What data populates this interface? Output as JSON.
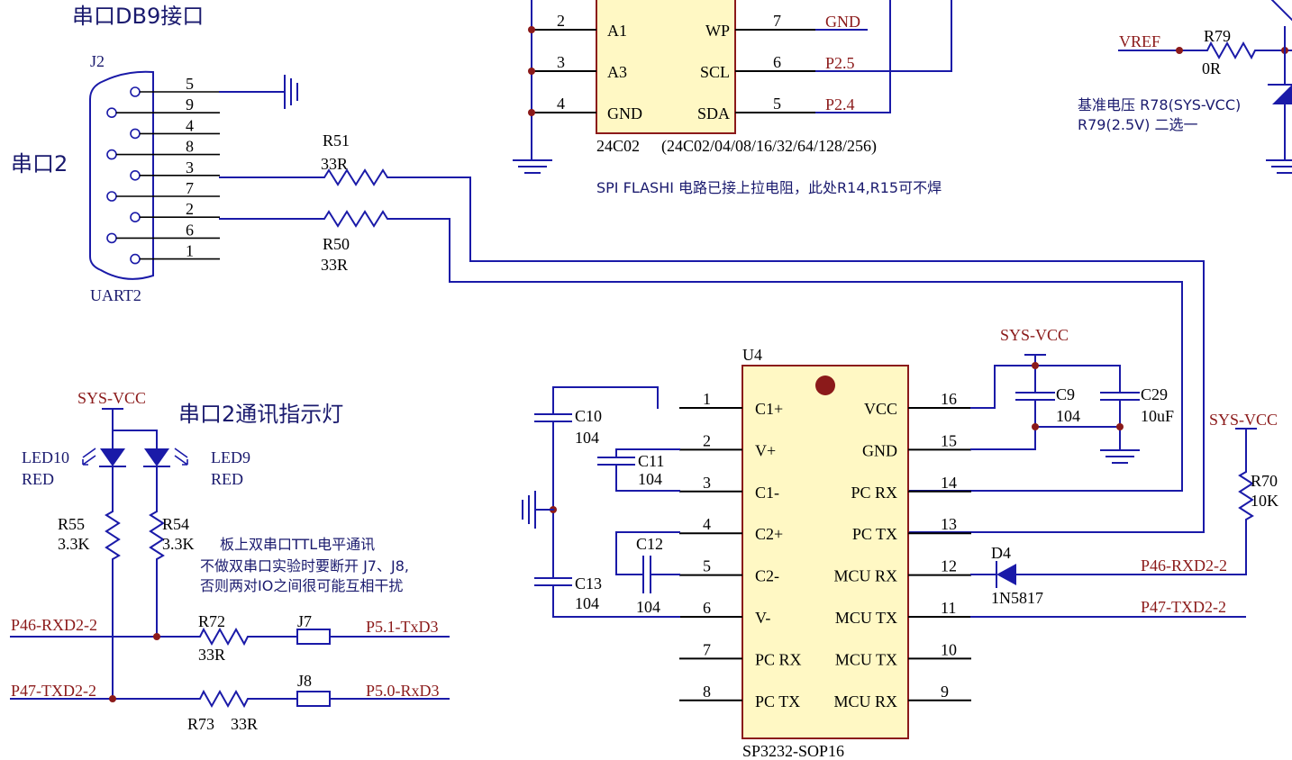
{
  "titles": {
    "db9": "串口DB9接口",
    "uart2": "串口2",
    "indicator": "串口2通讯指示灯"
  },
  "connector": {
    "ref": "J2",
    "name": "UART2",
    "pins": [
      "5",
      "9",
      "4",
      "8",
      "3",
      "7",
      "2",
      "6",
      "1"
    ]
  },
  "resistors": {
    "r51": {
      "ref": "R51",
      "value": "33R"
    },
    "r50": {
      "ref": "R50",
      "value": "33R"
    },
    "r55": {
      "ref": "R55",
      "value": "3.3K"
    },
    "r54": {
      "ref": "R54",
      "value": "3.3K"
    },
    "r72": {
      "ref": "R72",
      "value": "33R"
    },
    "r73": {
      "ref": "R73",
      "value": "33R"
    },
    "r70": {
      "ref": "R70",
      "value": "10K"
    },
    "r79": {
      "ref": "R79",
      "value": "0R"
    }
  },
  "leds": {
    "led10": {
      "ref": "LED10",
      "color": "RED"
    },
    "led9": {
      "ref": "LED9",
      "color": "RED"
    }
  },
  "jumpers": {
    "j7": "J7",
    "j8": "J8"
  },
  "nets": {
    "sys_vcc": "SYS-VCC",
    "p46": "P46-RXD2-2",
    "p47": "P47-TXD2-2",
    "p51": "P5.1-TxD3",
    "p50": "P5.0-RxD3",
    "gnd": "GND",
    "p25": "P2.5",
    "p24": "P2.4",
    "vref": "VREF"
  },
  "eeprom": {
    "ref": "24C02",
    "variants": "(24C02/04/08/16/32/64/128/256)",
    "left_pins": [
      {
        "num": "2",
        "name": "A1"
      },
      {
        "num": "3",
        "name": "A3"
      },
      {
        "num": "4",
        "name": "GND"
      }
    ],
    "right_pins": [
      {
        "num": "7",
        "name": "WP"
      },
      {
        "num": "6",
        "name": "SCL"
      },
      {
        "num": "5",
        "name": "SDA"
      }
    ]
  },
  "notes": {
    "spi": "SPI FLASHI 电路已接上拉电阻，此处R14,R15可不焊",
    "dual_1": "板上双串口TTL电平通讯",
    "dual_2": "不做双串口实验时要断开 J7、J8,",
    "dual_3": "否则两对IO之间很可能互相干扰",
    "vref_1": "基准电压 R78(SYS-VCC)",
    "vref_2": "R79(2.5V) 二选一"
  },
  "ic": {
    "ref": "U4",
    "part": "SP3232-SOP16",
    "left_pins": [
      {
        "num": "1",
        "name": "C1+"
      },
      {
        "num": "2",
        "name": "V+"
      },
      {
        "num": "3",
        "name": "C1-"
      },
      {
        "num": "4",
        "name": "C2+"
      },
      {
        "num": "5",
        "name": "C2-"
      },
      {
        "num": "6",
        "name": "V-"
      },
      {
        "num": "7",
        "name": "PC RX"
      },
      {
        "num": "8",
        "name": "PC TX"
      }
    ],
    "right_pins": [
      {
        "num": "16",
        "name": "VCC"
      },
      {
        "num": "15",
        "name": "GND"
      },
      {
        "num": "14",
        "name": "PC RX"
      },
      {
        "num": "13",
        "name": "PC TX"
      },
      {
        "num": "12",
        "name": "MCU RX"
      },
      {
        "num": "11",
        "name": "MCU TX"
      },
      {
        "num": "10",
        "name": "MCU TX"
      },
      {
        "num": "9",
        "name": "MCU RX"
      }
    ]
  },
  "capacitors": {
    "c10": {
      "ref": "C10",
      "value": "104"
    },
    "c11": {
      "ref": "C11",
      "value": "104"
    },
    "c12": {
      "ref": "C12",
      "value": "104"
    },
    "c13": {
      "ref": "C13",
      "value": "104"
    },
    "c9": {
      "ref": "C9",
      "value": "104"
    },
    "c29": {
      "ref": "C29",
      "value": "10uF"
    }
  },
  "diode": {
    "ref": "D4",
    "value": "1N5817"
  }
}
